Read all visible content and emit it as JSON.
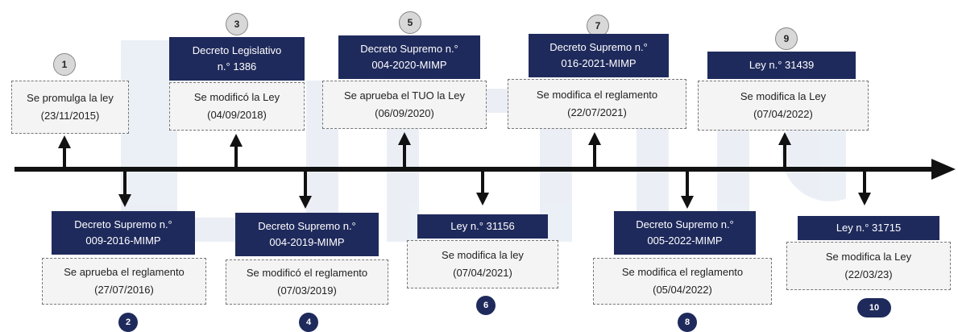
{
  "events": [
    {
      "num": "1",
      "title": "",
      "text": "Se promulga la ley",
      "date": "(23/11/2015)"
    },
    {
      "num": "2",
      "title": "Decreto Supremo n.°\n009-2016-MIMP",
      "text": "Se aprueba el reglamento",
      "date": "(27/07/2016)"
    },
    {
      "num": "3",
      "title": "Decreto Legislativo\nn.° 1386",
      "text": "Se modificó la Ley",
      "date": "(04/09/2018)"
    },
    {
      "num": "4",
      "title": "Decreto Supremo n.°\n004-2019-MIMP",
      "text": "Se modificó el reglamento",
      "date": "(07/03/2019)"
    },
    {
      "num": "5",
      "title": "Decreto Supremo n.°\n004-2020-MIMP",
      "text": "Se aprueba el TUO la Ley",
      "date": "(06/09/2020)"
    },
    {
      "num": "6",
      "title": "Ley n.° 31156",
      "text": "Se modifica la ley",
      "date": "(07/04/2021)"
    },
    {
      "num": "7",
      "title": "Decreto Supremo n.°\n016-2021-MIMP",
      "text": "Se modifica el reglamento",
      "date": "(22/07/2021)"
    },
    {
      "num": "8",
      "title": "Decreto Supremo n.°\n005-2022-MIMP",
      "text": "Se modifica el reglamento",
      "date": "(05/04/2022)"
    },
    {
      "num": "9",
      "title": "Ley n.° 31439",
      "text": "Se modifica la Ley",
      "date": "(07/04/2022)"
    },
    {
      "num": "10",
      "title": "Ley n.° 31715",
      "text": "Se modifica la Ley",
      "date": "(22/03/23)"
    }
  ],
  "colors": {
    "navy": "#1f2a5c",
    "axis": "#111111",
    "box_bg": "#f4f4f4",
    "badge_gray": "#d8d8d8"
  }
}
